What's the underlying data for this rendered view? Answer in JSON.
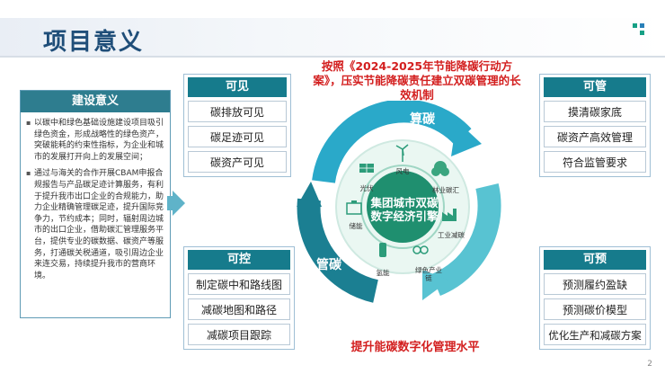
{
  "header": {
    "title": "项目意义"
  },
  "left_panel": {
    "title": "建设意义",
    "bullets": [
      "以碳中和绿色基础设施建设项目吸引绿色资金，形成战略性的绿色资产，突破能耗的约束性指标，为企业和城市的发展打开向上的发展空间；",
      "通过与海关的合作开展CBAM申报合规报告与产品碳足迹计算服务，有利于提升我市出口企业的合规能力，助力企业精确管理碳足迹，提升国际竞争力，节约成本；同时，辐射周边城市的出口企业，借助碳汇管理服务平台，提供专业的碳数据、碳资产等服务，打通碳关税通道，吸引周边企业来连交易，持续提升我市的营商环境。"
    ]
  },
  "top_text": "按照《2024-2025年节能降碳行动方案》，压实节能降碳责任建立双碳管理的长效机制",
  "bottom_text": "提升能碳数字化管理水平",
  "panels": {
    "visible": {
      "title": "可见",
      "items": [
        "碳排放可见",
        "碳足迹可见",
        "碳资产可见"
      ]
    },
    "control": {
      "title": "可控",
      "items": [
        "制定碳中和路线图",
        "减碳地图和路径",
        "减碳项目跟踪"
      ]
    },
    "manage": {
      "title": "可管",
      "items": [
        "摸清碳家底",
        "碳资产高效管理",
        "符合监管要求"
      ]
    },
    "predict": {
      "title": "可预",
      "items": [
        "预测履约盈缺",
        "预测碳价模型",
        "优化生产和减碳方案"
      ]
    }
  },
  "cycle": {
    "labels": {
      "calc": "算碳",
      "reduce": "减碳",
      "manage": "管碳"
    },
    "center": "集团城市双碳数字经济引擎",
    "icons": [
      {
        "name": "wind-icon",
        "label": "风电"
      },
      {
        "name": "solar-icon",
        "label": "光伏"
      },
      {
        "name": "forest-icon",
        "label": "林业碳汇"
      },
      {
        "name": "storage-icon",
        "label": "储能"
      },
      {
        "name": "industry-icon",
        "label": "工业减碳"
      },
      {
        "name": "hydrogen-icon",
        "label": "氢能"
      },
      {
        "name": "green-chain-icon",
        "label": "绿色产业链"
      }
    ],
    "colors": {
      "calc": "#2aa9c9",
      "reduce": "#4fc1cf",
      "manage": "#1b7f92",
      "ring": "#e8f7f1",
      "core": "#1f8f6f"
    }
  },
  "page_number": "2"
}
